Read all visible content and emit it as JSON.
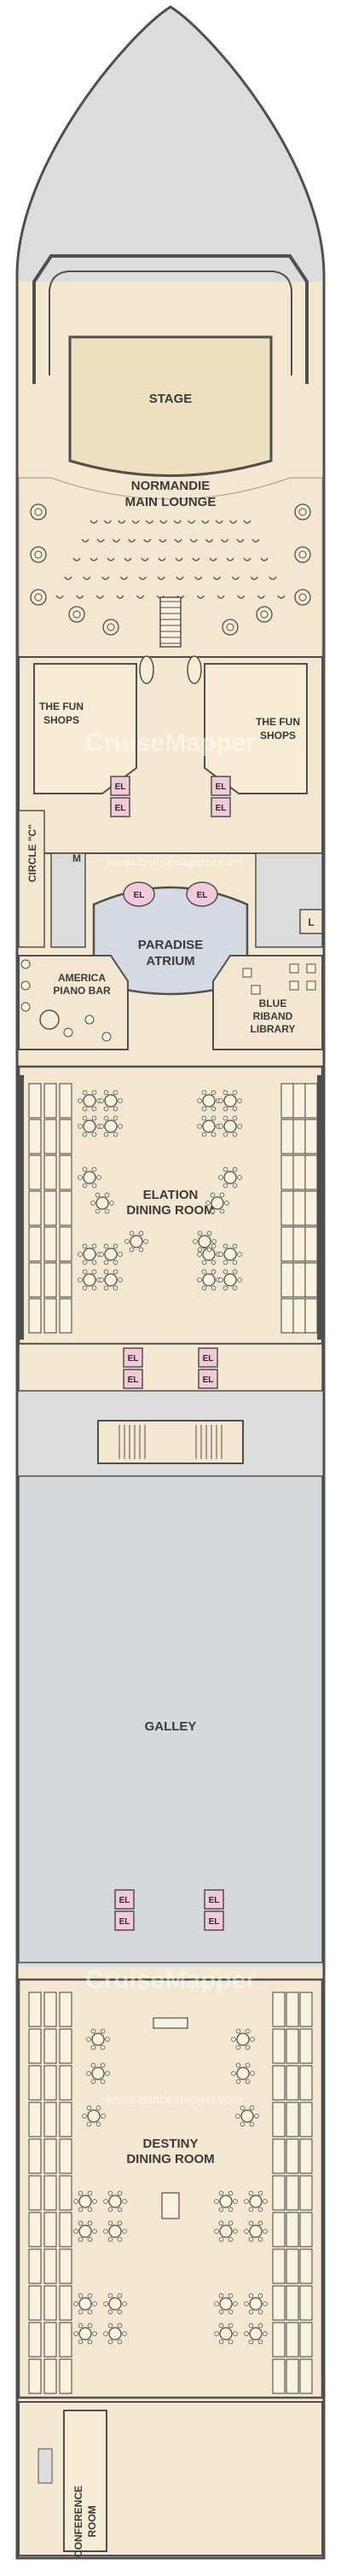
{
  "venues": {
    "stage": "STAGE",
    "main_lounge_1": "NORMANDIE",
    "main_lounge_2": "MAIN LOUNGE",
    "fun_shops_left_1": "THE FUN",
    "fun_shops_left_2": "SHOPS",
    "fun_shops_right_1": "THE FUN",
    "fun_shops_right_2": "SHOPS",
    "circle_c": "CIRCLE \"C\"",
    "atrium_1": "PARADISE",
    "atrium_2": "ATRIUM",
    "piano_bar_1": "AMERICA",
    "piano_bar_2": "PIANO BAR",
    "library_1": "BLUE",
    "library_2": "RIBAND",
    "library_3": "LIBRARY",
    "elation_1": "ELATION",
    "elation_2": "DINING ROOM",
    "galley": "GALLEY",
    "destiny_1": "DESTINY",
    "destiny_2": "DINING ROOM",
    "conference_1": "CONFERENCE",
    "conference_2": "ROOM"
  },
  "markers": {
    "elevator": "EL",
    "m": "M",
    "l": "L"
  },
  "watermark": {
    "brand": "CruiseMapper",
    "url": "www.cruisemapper.com"
  },
  "colors": {
    "hull": "#dcdcdc",
    "deck": "#f3e8cf",
    "room": "#ece0bf",
    "galley": "#d7d8dc",
    "elevator": "#f1c9d9",
    "atrium": "#d5d9e2",
    "wall": "#4f4f4f"
  }
}
